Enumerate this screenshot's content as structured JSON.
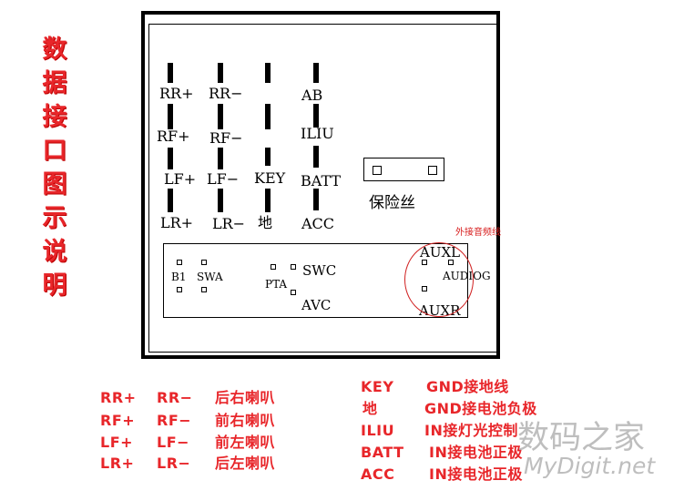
{
  "side_title": [
    "数",
    "据",
    "接",
    "口",
    "图",
    "示",
    "说",
    "明"
  ],
  "pins": {
    "rr_plus": "RR+",
    "rr_minus": "RR−",
    "ab": "AB",
    "rf_plus": "RF+",
    "rf_minus": "RF−",
    "iliu": "ILIU",
    "lf_plus": "LF+",
    "lf_minus": "LF−",
    "key": "KEY",
    "batt": "BATT",
    "lr_plus": "LR+",
    "lr_minus": "LR−",
    "ground": "地",
    "acc": "ACC"
  },
  "fuse_label": "保险丝",
  "aux_note": "外接音频线",
  "lower_pins": {
    "b1": "B1",
    "swa": "SWA",
    "pta": "PTA",
    "swc": "SWC",
    "avc": "AVC",
    "auxl": "AUXL",
    "audiog": "AUDIOG",
    "auxr": "AUXR"
  },
  "legend_left": [
    {
      "a": "RR+",
      "b": "RR−",
      "desc": "后右喇叭"
    },
    {
      "a": "RF+",
      "b": "RF−",
      "desc": "前右喇叭"
    },
    {
      "a": "LF+",
      "b": "LF−",
      "desc": "前左喇叭"
    },
    {
      "a": "LR+",
      "b": "LR−",
      "desc": "后左喇叭"
    }
  ],
  "legend_right": [
    {
      "a": "KEY",
      "desc": "GND接地线"
    },
    {
      "a": "地",
      "desc": "GND接电池负极"
    },
    {
      "a": "ILIU",
      "desc": "IN接灯光控制"
    },
    {
      "a": "BATT",
      "desc": "IN接电池正极"
    },
    {
      "a": "ACC",
      "desc": "IN接电池正极"
    }
  ],
  "watermark": {
    "cn": "数码之家",
    "en": "MyDigit.net"
  },
  "colors": {
    "legend_red": "#e8262a",
    "circle_red": "#d02020"
  }
}
